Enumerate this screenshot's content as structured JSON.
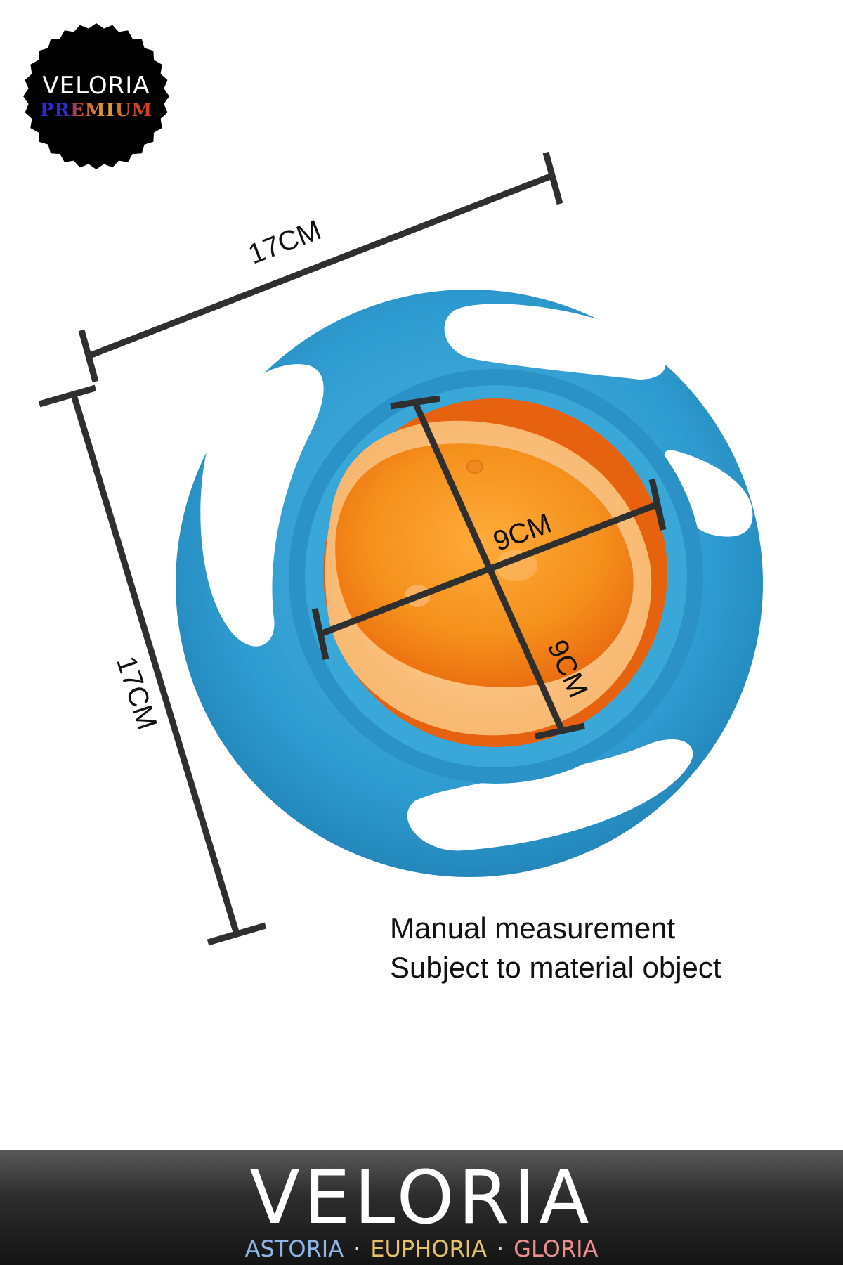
{
  "badge": {
    "brand": "VELORIA",
    "tier": "PREMIUM"
  },
  "dimensions": {
    "outer_width": "17CM",
    "outer_height": "17CM",
    "inner_width": "9CM",
    "inner_depth": "9CM"
  },
  "note": {
    "line1": "Manual measurement",
    "line2": "Subject to material object"
  },
  "footer": {
    "brand": "VELORIA",
    "sub1": "ASTORIA",
    "sub2": "EUPHORIA",
    "sub3": "GLORIA",
    "separator": "·"
  },
  "colors": {
    "bowl_blue": "#2e9bd0",
    "bowl_orange": "#f5901c",
    "measure_line": "#2f2f2f"
  }
}
